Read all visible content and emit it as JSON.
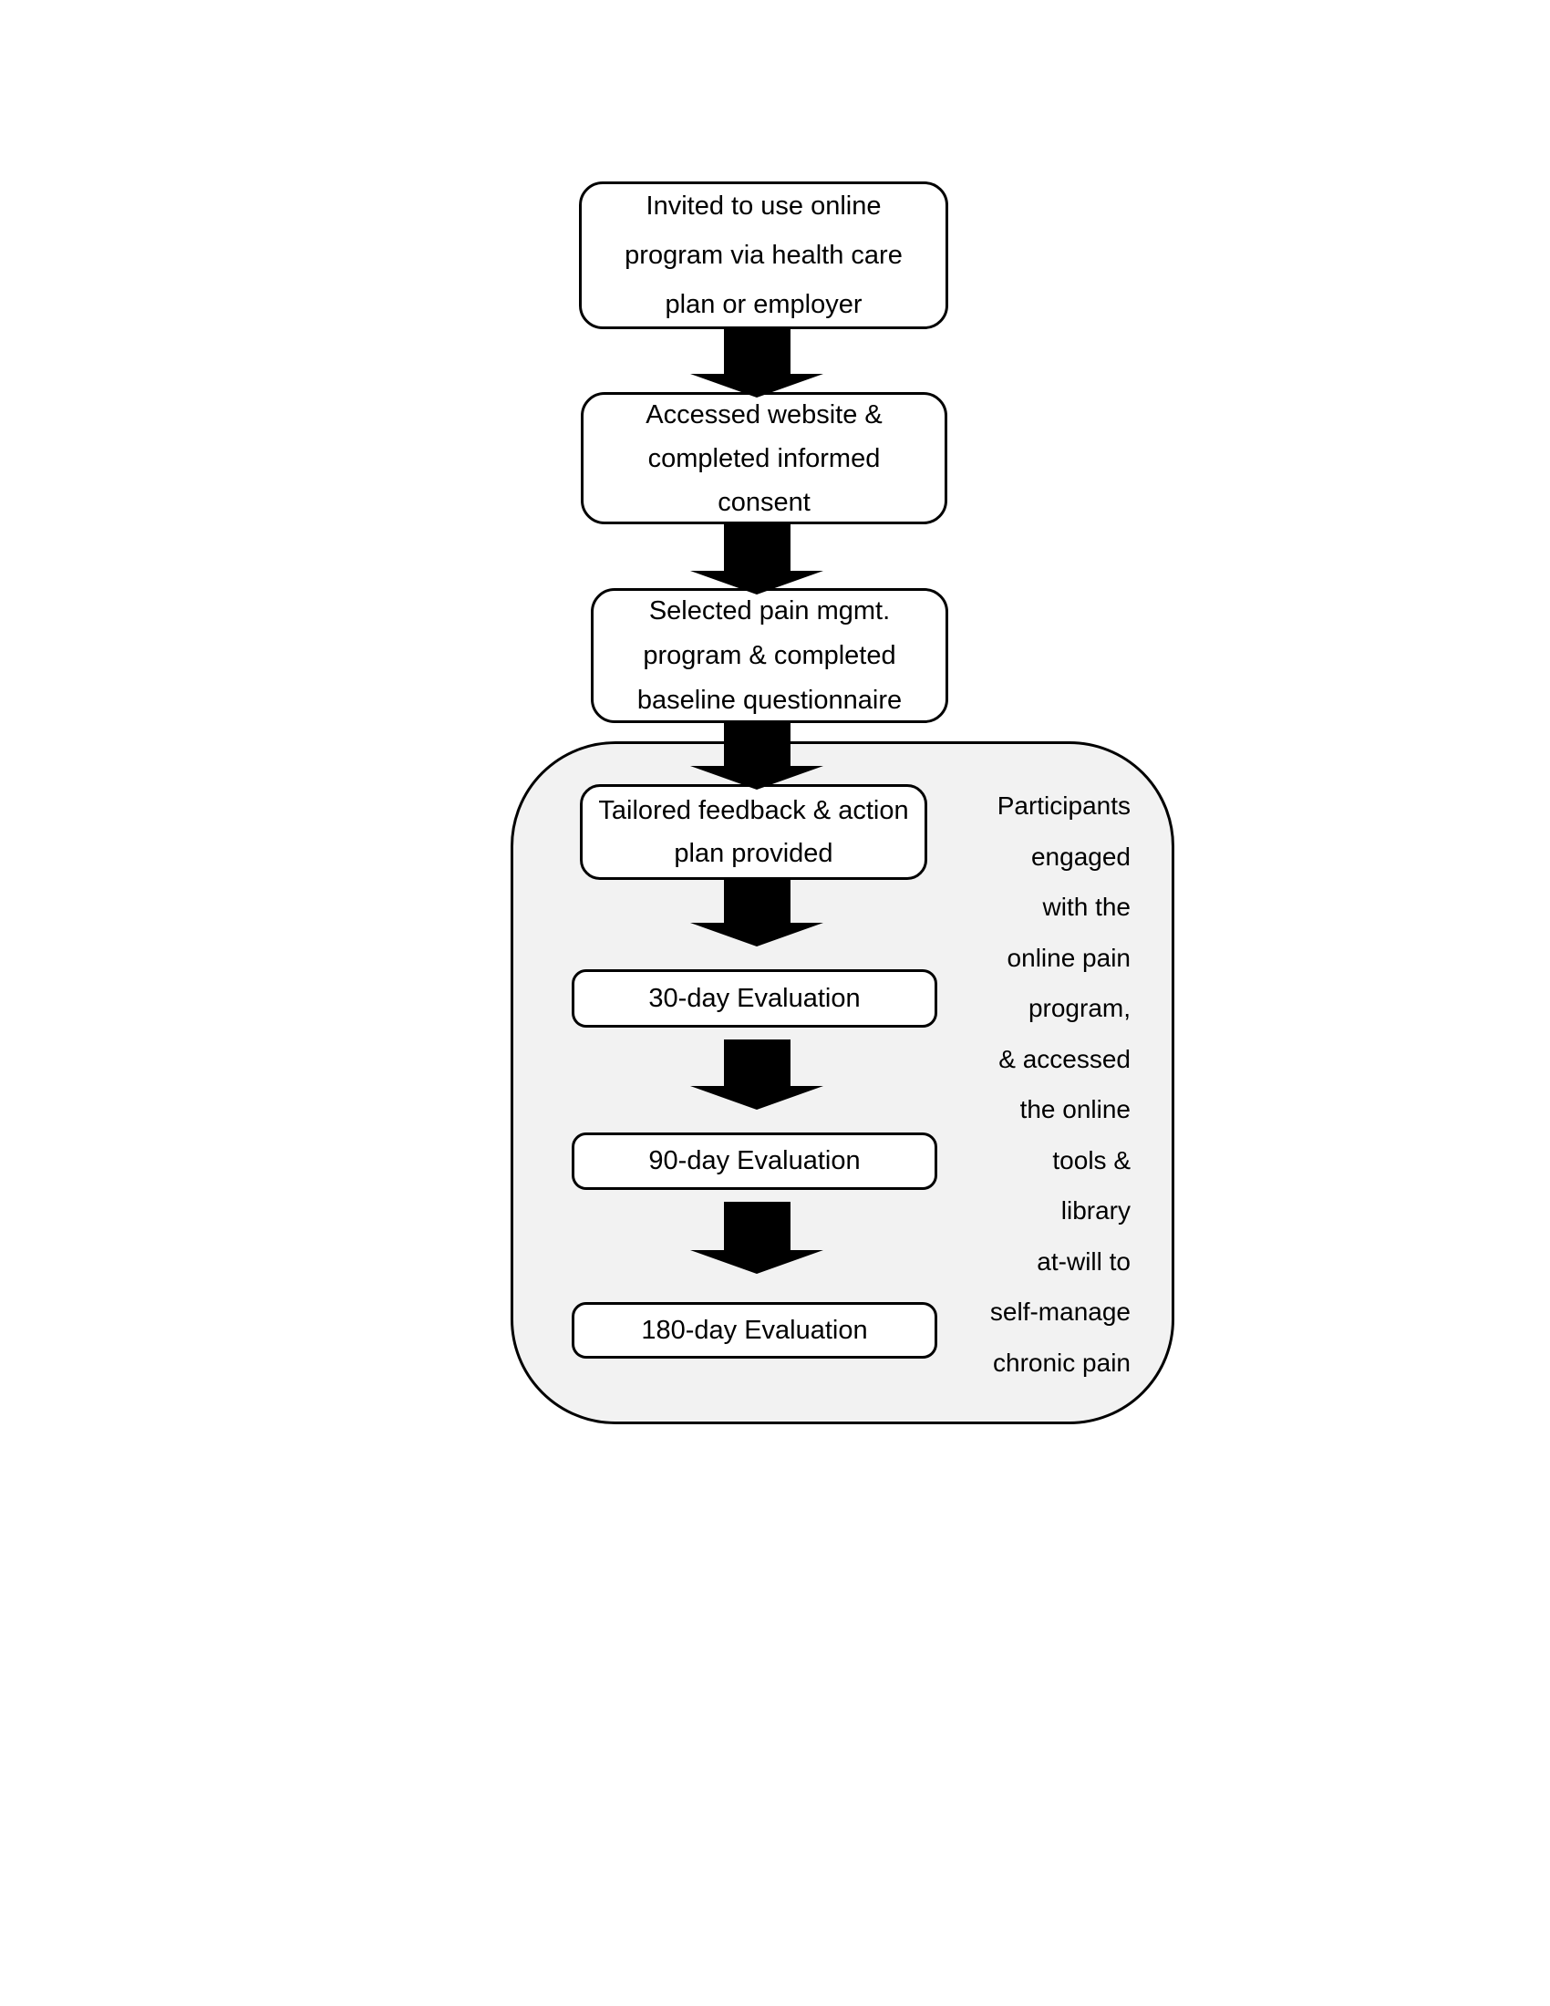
{
  "figure": {
    "boxes": [
      {
        "id": "invited",
        "lines": [
          "Invited to use online",
          "program via health care",
          "plan or employer"
        ]
      },
      {
        "id": "accessed",
        "lines": [
          "Accessed website &",
          "completed informed",
          "consent"
        ]
      },
      {
        "id": "selected",
        "lines": [
          "Selected pain mgmt.",
          "program & completed",
          "baseline questionnaire"
        ]
      },
      {
        "id": "tailored",
        "lines": [
          "Tailored feedback & action",
          "plan provided"
        ]
      },
      {
        "id": "eval30",
        "label": "30-day Evaluation"
      },
      {
        "id": "eval90",
        "label": "90-day Evaluation"
      },
      {
        "id": "eval180",
        "label": "180-day Evaluation"
      }
    ],
    "note_lines": [
      "Participants",
      "engaged",
      "with the",
      "online pain",
      "program,",
      "& accessed",
      "the online",
      "tools &",
      "library",
      "at-will to",
      "self-manage",
      "chronic pain"
    ],
    "colors": {
      "page_bg": "#ffffff",
      "box_fill": "#ffffff",
      "box_border": "#000000",
      "container_fill": "#f2f2f2",
      "arrow": "#000000",
      "text": "#000000"
    }
  }
}
